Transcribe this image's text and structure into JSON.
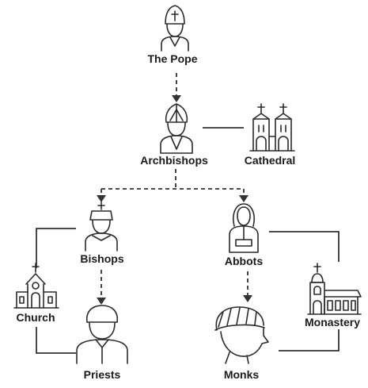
{
  "nodes": {
    "pope": {
      "label": "The Pope",
      "icon": "pope-icon"
    },
    "archbishops": {
      "label": "Archbishops",
      "icon": "archbishop-icon"
    },
    "cathedral": {
      "label": "Cathedral",
      "icon": "cathedral-icon"
    },
    "bishops": {
      "label": "Bishops",
      "icon": "bishop-icon"
    },
    "abbots": {
      "label": "Abbots",
      "icon": "abbot-icon"
    },
    "church": {
      "label": "Church",
      "icon": "church-icon"
    },
    "priests": {
      "label": "Priests",
      "icon": "priest-icon"
    },
    "monks": {
      "label": "Monks",
      "icon": "monk-icon"
    },
    "monastery": {
      "label": "Monastery",
      "icon": "monastery-icon"
    }
  },
  "colors": {
    "line": "#333333",
    "text": "#1a1a1a",
    "background": "#ffffff"
  }
}
